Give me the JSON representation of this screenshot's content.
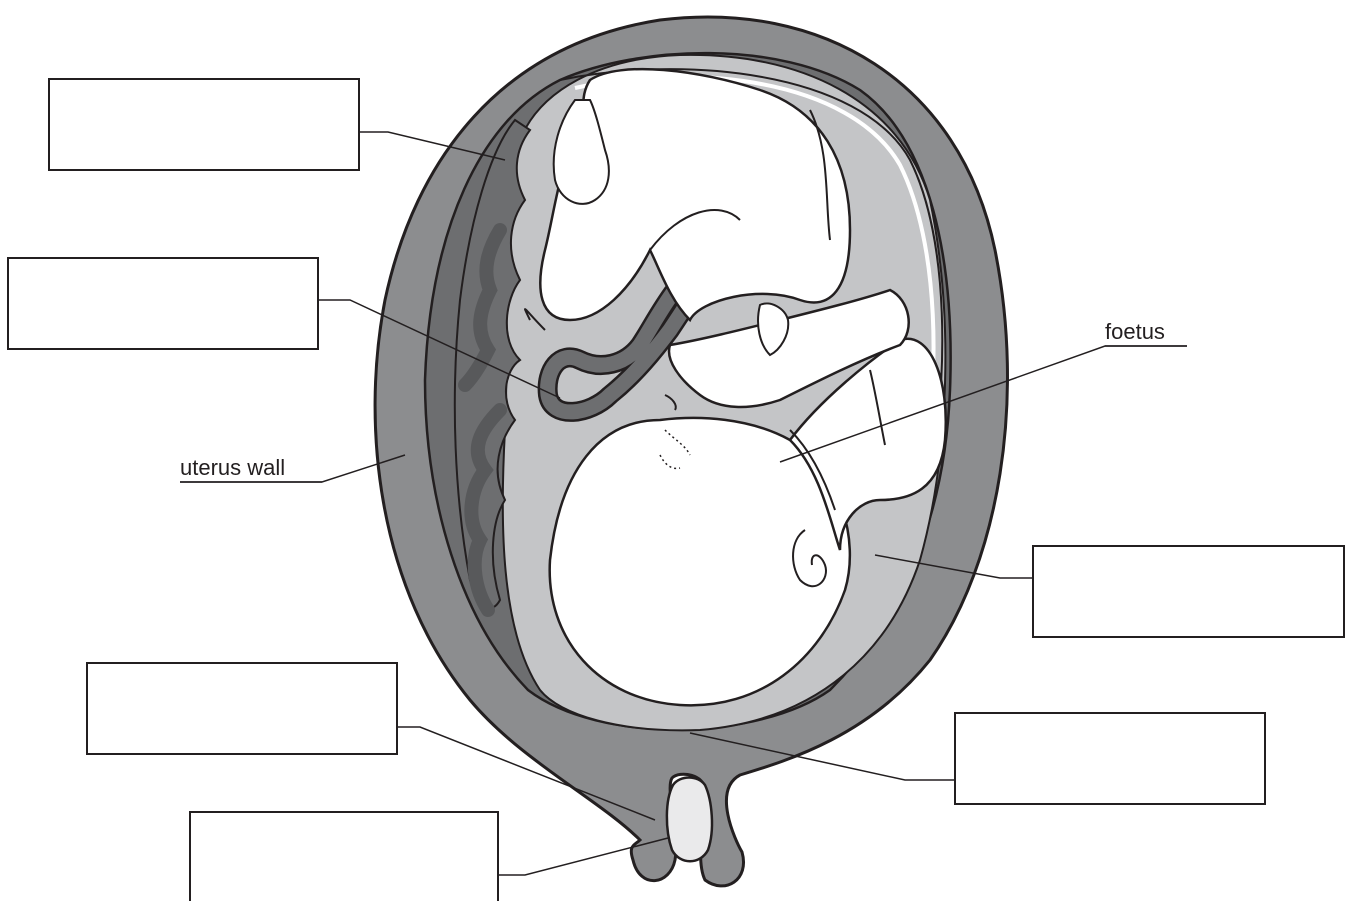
{
  "labels": {
    "uterus_wall": "uterus wall",
    "foetus": "foetus"
  },
  "blank_boxes": [
    "box-top-left",
    "box-middle-left",
    "box-right",
    "box-bottom-right",
    "box-bottom-left",
    "box-bottom"
  ],
  "colors": {
    "outline": "#231f20",
    "uterus_wall": "#8c8d8f",
    "placenta": "#6d6e70",
    "amniotic_fluid": "#c4c5c7",
    "foetus": "#ffffff"
  }
}
